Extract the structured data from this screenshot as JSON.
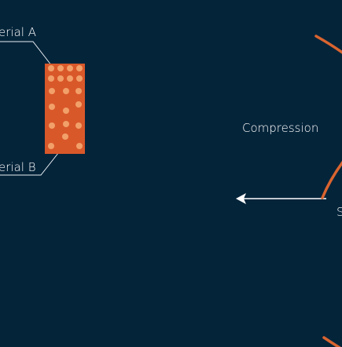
{
  "labels": {
    "material_a": "erial A",
    "material_b": "erial B",
    "compression": "Compression",
    "cropped_s": "S"
  },
  "colors": {
    "background": "#04243a",
    "swatch": "#d9582a",
    "dots": "#f2a06a",
    "arc": "#d9642f",
    "text": "#ffffff"
  }
}
